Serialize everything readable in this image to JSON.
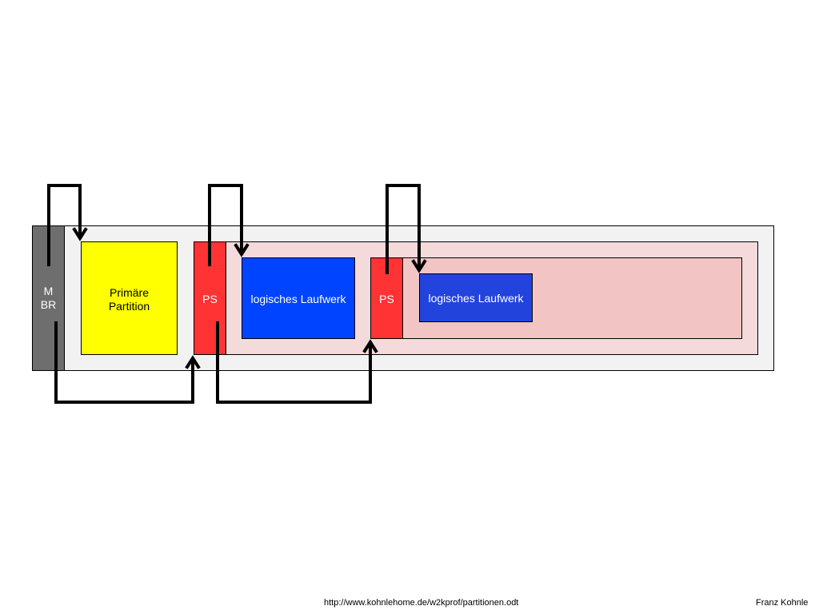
{
  "diagram": {
    "blocks": {
      "mbr": {
        "label": "M\nBR",
        "color": "#6e6e6e"
      },
      "primary": {
        "label": "Primäre\nPartition",
        "color": "#ffff00"
      },
      "ps1": {
        "label": "PS",
        "color": "#ff3333"
      },
      "lw1": {
        "label": "logisches Laufwerk",
        "color": "#0044ff"
      },
      "ps2": {
        "label": "PS",
        "color": "#ff3333"
      },
      "lw2": {
        "label": "logisches Laufwerk",
        "color": "#2244dd"
      }
    },
    "containers": {
      "disk": {
        "color": "#f2f2f2"
      },
      "extended": {
        "color": "#f5dadb"
      },
      "inner": {
        "color": "#f2c4c4"
      }
    },
    "connections": [
      {
        "from": "mbr",
        "to": "primary"
      },
      {
        "from": "mbr",
        "to": "ps1"
      },
      {
        "from": "ps1",
        "to": "lw1"
      },
      {
        "from": "ps1",
        "to": "ps2"
      },
      {
        "from": "ps2",
        "to": "lw2"
      }
    ]
  },
  "footer": {
    "url": "http://www.kohnlehome.de/w2kprof/partitionen.odt",
    "author": "Franz Kohnle"
  }
}
